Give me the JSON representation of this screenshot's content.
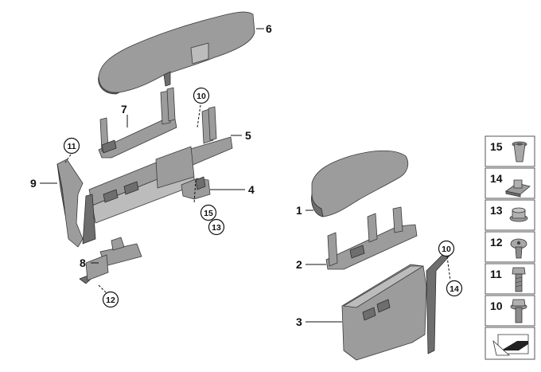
{
  "diagram": {
    "callouts": [
      {
        "id": "6",
        "label": "6"
      },
      {
        "id": "7",
        "label": "7"
      },
      {
        "id": "5",
        "label": "5"
      },
      {
        "id": "9",
        "label": "9"
      },
      {
        "id": "4",
        "label": "4"
      },
      {
        "id": "8",
        "label": "8"
      },
      {
        "id": "1",
        "label": "1"
      },
      {
        "id": "2",
        "label": "2"
      },
      {
        "id": "3",
        "label": "3"
      }
    ],
    "circled": [
      {
        "id": "c10a",
        "label": "10"
      },
      {
        "id": "c11",
        "label": "11"
      },
      {
        "id": "c15",
        "label": "15"
      },
      {
        "id": "c13",
        "label": "13"
      },
      {
        "id": "c12",
        "label": "12"
      },
      {
        "id": "c10b",
        "label": "10"
      },
      {
        "id": "c14",
        "label": "14"
      }
    ],
    "fastener_panel": [
      {
        "label": "15",
        "icon": "rivet-nut-icon"
      },
      {
        "label": "14",
        "icon": "clip-nut-icon"
      },
      {
        "label": "13",
        "icon": "flange-nut-icon"
      },
      {
        "label": "12",
        "icon": "torx-screw-icon"
      },
      {
        "label": "11",
        "icon": "hex-bolt-icon"
      },
      {
        "label": "10",
        "icon": "hex-bolt-washer-icon"
      }
    ]
  }
}
